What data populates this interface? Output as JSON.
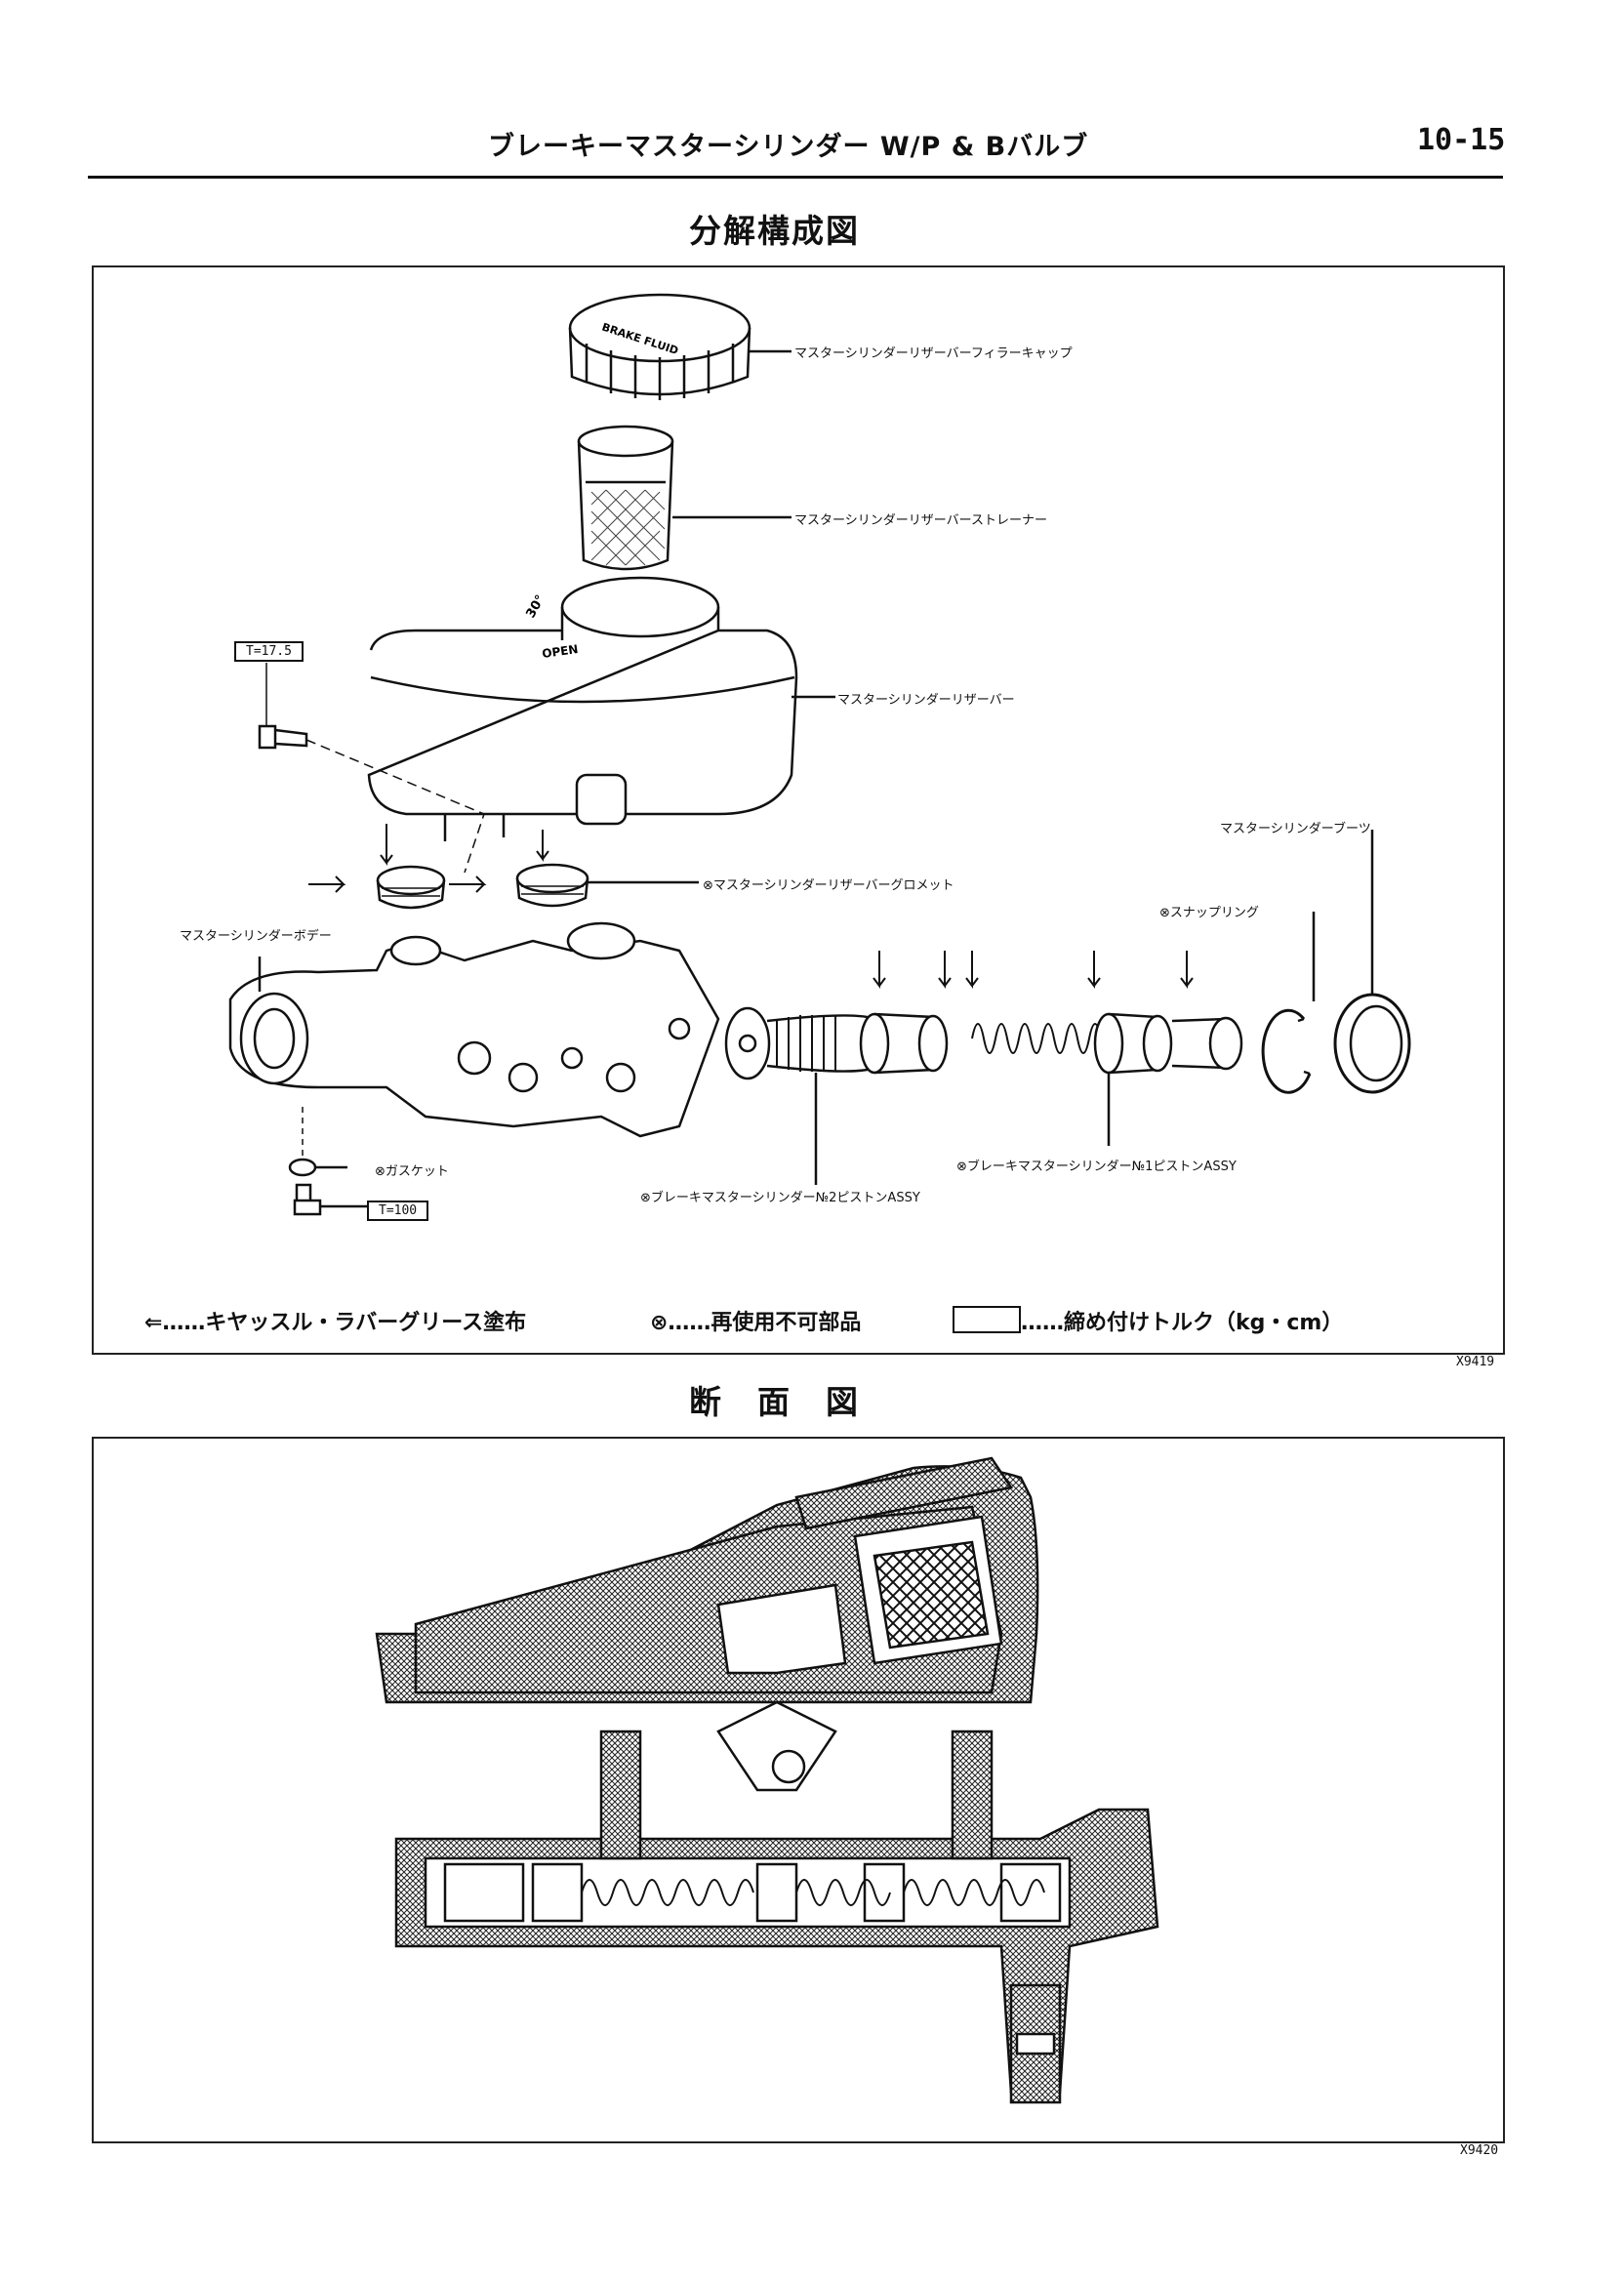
{
  "header": {
    "title": "ブレーキーマスターシリンダー W/P & Bバルブ",
    "page_number": "10-15"
  },
  "exploded": {
    "title": "分解構成図",
    "figure_id": "X9419",
    "labels": {
      "filler_cap": "マスターシリンダーリザーバーフィラーキャップ",
      "strainer": "マスターシリンダーリザーバーストレーナー",
      "reservoir": "マスターシリンダーリザーバー",
      "grommet": "⊗マスターシリンダーリザーバーグロメット",
      "body": "マスターシリンダーボデー",
      "boot": "マスターシリンダーブーツ",
      "snap_ring": "⊗スナップリング",
      "gasket": "⊗ガスケット",
      "piston2": "⊗ブレーキマスターシリンダー№2ピストンASSY",
      "piston1": "⊗ブレーキマスターシリンダー№1ピストンASSY"
    },
    "torque": {
      "top": "T=17.5",
      "bottom": "T=100"
    },
    "cap_text": "BRAKE FLUID",
    "reservoir_marks": {
      "angle": "30°",
      "open": "OPEN"
    },
    "legend": {
      "grease": "⇐……キヤッスル・ラバーグリース塗布",
      "nonreuse": "⊗……再使用不可部品",
      "torque": "……締め付けトルク（kg・cm）"
    }
  },
  "section": {
    "title": "断　面　図",
    "figure_id": "X9420"
  }
}
